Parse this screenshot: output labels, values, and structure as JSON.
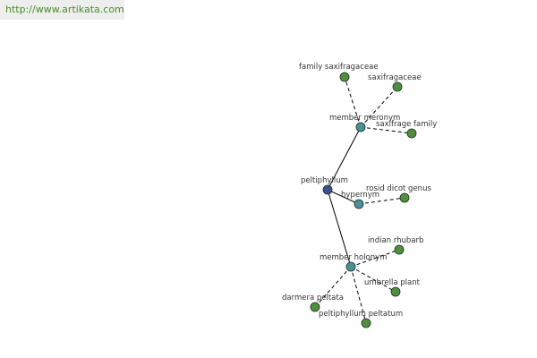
{
  "banner": {
    "url_text": "http://www.artikata.com"
  },
  "colors": {
    "root": "#3e4f8e",
    "relation": "#4a8f9a",
    "leaf": "#4f8f3f",
    "edge": "#000000",
    "banner_text": "#4d8a2a",
    "banner_bg": "#eeeeee"
  },
  "graph": {
    "nodes": [
      {
        "id": "peltiphyllum",
        "label": "peltiphyllum",
        "kind": "root"
      },
      {
        "id": "member-meronym",
        "label": "member meronym",
        "kind": "relation"
      },
      {
        "id": "hypernym",
        "label": "hypernym",
        "kind": "relation"
      },
      {
        "id": "member-holonym",
        "label": "member holonym",
        "kind": "relation"
      },
      {
        "id": "family-saxifragaceae",
        "label": "family saxifragaceae",
        "kind": "leaf"
      },
      {
        "id": "saxifragaceae",
        "label": "saxifragaceae",
        "kind": "leaf"
      },
      {
        "id": "saxifrage-family",
        "label": "saxifrage family",
        "kind": "leaf"
      },
      {
        "id": "rosid-dicot-genus",
        "label": "rosid dicot genus",
        "kind": "leaf"
      },
      {
        "id": "indian-rhubarb",
        "label": "indian rhubarb",
        "kind": "leaf"
      },
      {
        "id": "umbrella-plant",
        "label": "umbrella plant",
        "kind": "leaf"
      },
      {
        "id": "darmera-peltata",
        "label": "darmera peltata",
        "kind": "leaf"
      },
      {
        "id": "peltiphyllum-peltatum",
        "label": "peltiphyllum peltatum",
        "kind": "leaf"
      }
    ],
    "edges": [
      {
        "from": "peltiphyllum",
        "to": "member-meronym",
        "style": "solid"
      },
      {
        "from": "peltiphyllum",
        "to": "hypernym",
        "style": "solid"
      },
      {
        "from": "peltiphyllum",
        "to": "member-holonym",
        "style": "solid"
      },
      {
        "from": "member-meronym",
        "to": "family-saxifragaceae",
        "style": "dashed"
      },
      {
        "from": "member-meronym",
        "to": "saxifragaceae",
        "style": "dashed"
      },
      {
        "from": "member-meronym",
        "to": "saxifrage-family",
        "style": "dashed"
      },
      {
        "from": "hypernym",
        "to": "rosid-dicot-genus",
        "style": "dashed"
      },
      {
        "from": "member-holonym",
        "to": "indian-rhubarb",
        "style": "dashed"
      },
      {
        "from": "member-holonym",
        "to": "umbrella-plant",
        "style": "dashed"
      },
      {
        "from": "member-holonym",
        "to": "darmera-peltata",
        "style": "dashed"
      },
      {
        "from": "member-holonym",
        "to": "peltiphyllum-peltatum",
        "style": "dashed"
      }
    ]
  }
}
